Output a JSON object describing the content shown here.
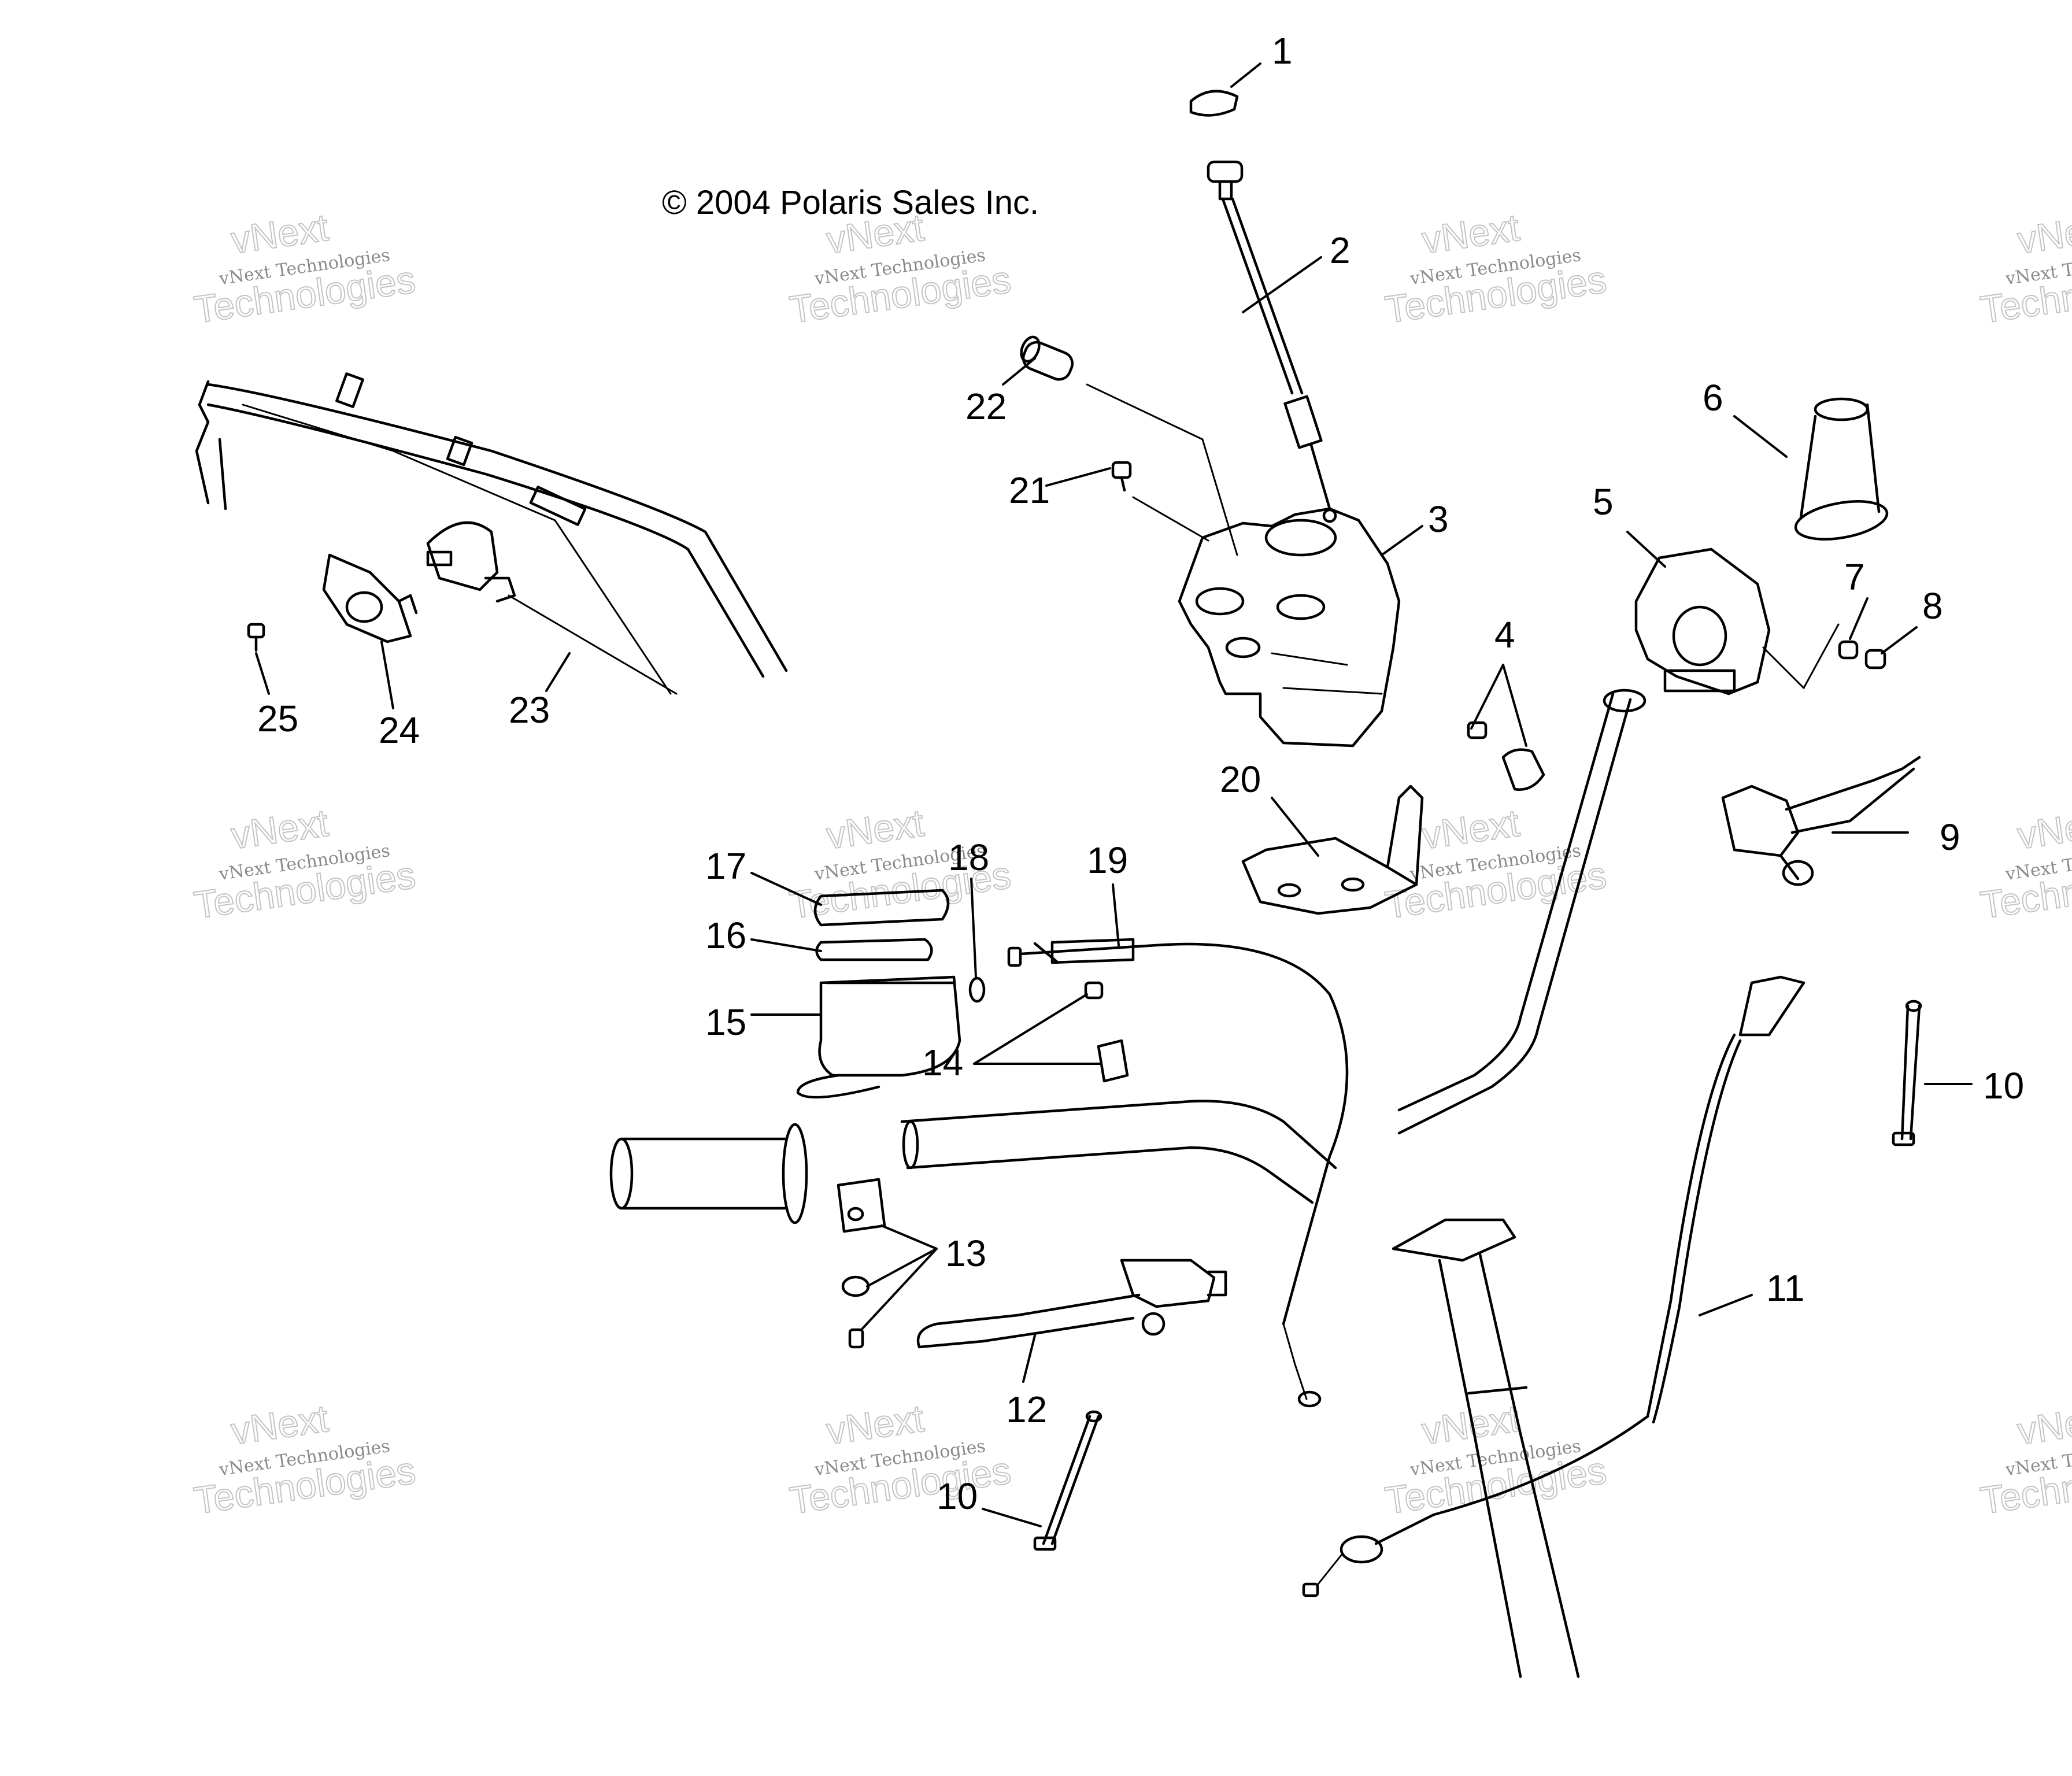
{
  "copyright": "© 2004 Polaris Sales Inc.",
  "watermark": {
    "small": "vNext Technologies",
    "big_line1": "vNext",
    "big_line2": "Technologies",
    "color": "#8a8a8a"
  },
  "callouts": [
    "1",
    "2",
    "3",
    "4",
    "5",
    "6",
    "7",
    "8",
    "9",
    "10",
    "10",
    "11",
    "12",
    "13",
    "14",
    "15",
    "16",
    "17",
    "18",
    "19",
    "20",
    "21",
    "22",
    "23",
    "24",
    "25"
  ]
}
